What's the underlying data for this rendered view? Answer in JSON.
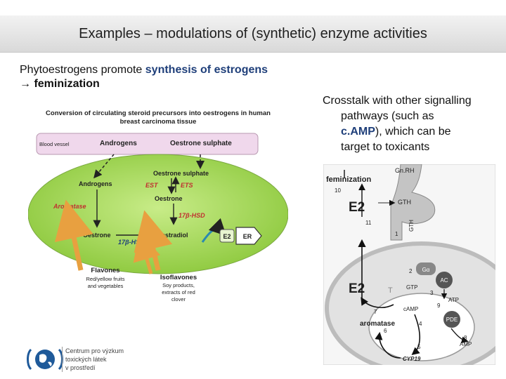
{
  "slide": {
    "title": "Examples – modulations of (synthetic) enzyme activities",
    "intro_line1_plain": "Phytoestrogens promote ",
    "intro_line1_highlight": "synthesis of estrogens",
    "intro_arrow": "→",
    "intro_line2": " feminization",
    "crosstalk_line1": "Crosstalk with other signalling",
    "crosstalk_line2": "pathways (such as",
    "crosstalk_highlight": "c.AMP",
    "crosstalk_line3_rest": "), which can be",
    "crosstalk_line4": "target to toxicants"
  },
  "left_diagram": {
    "heading_line1": "Conversion of circulating steroid precursors into oestrogens in human",
    "heading_line2": "breast carcinoma tissue",
    "blood_vessel": "Blood vessel",
    "androgens_top": "Androgens",
    "oestrone_sulphate_top": "Oestrone sulphate",
    "oestrone_sulphate_cell": "Oestrone sulphate",
    "androgens_cell": "Androgens",
    "est": "EST",
    "ets": "ETS",
    "oestrone_right": "Oestrone",
    "aromatase": "Aromatase",
    "hsd_right": "17β-HSD",
    "oestrone_left": "Oestrone",
    "oestradiol": "Oestradiol",
    "hsd_left": "17β-HSD",
    "e2": "E2",
    "er": "ER",
    "flavones": "Flavones",
    "flavones_sub1": "Red/yellow fruits",
    "flavones_sub2": "and vegetables",
    "isoflavones": "Isoflavones",
    "isoflavones_sub1": "Soy products,",
    "isoflavones_sub2": "extracts of red",
    "isoflavones_sub3": "clover",
    "colors": {
      "cell_green": "#a8d85a",
      "vessel_pink": "#f0d8ec",
      "orange_arrow": "#e8a040",
      "aromatase_red": "#c03030"
    }
  },
  "right_diagram": {
    "feminization": "feminization",
    "gnrh": "Gn.RH",
    "n10": "10",
    "e2_top": "E2",
    "gth": "GTH",
    "n11": "11",
    "n1": "1",
    "gth_vertical": "GTH",
    "n2": "2",
    "g_alpha": "Gα",
    "ac": "AC",
    "e2_bottom": "E2",
    "t": "T",
    "gtp": "GTP",
    "n3": "3",
    "atp": "ATP",
    "n7": "7",
    "camp": "cAMP",
    "n9": "9",
    "pde": "PDE",
    "aromatase": "aromatase",
    "n6": "6",
    "n4": "4",
    "n8": "8",
    "amp": "AMP",
    "n5": "5",
    "cyp19": "CYP19"
  },
  "logo": {
    "line1": "Centrum pro výzkum",
    "line2": "toxických látek",
    "line3": "v prostředí"
  }
}
